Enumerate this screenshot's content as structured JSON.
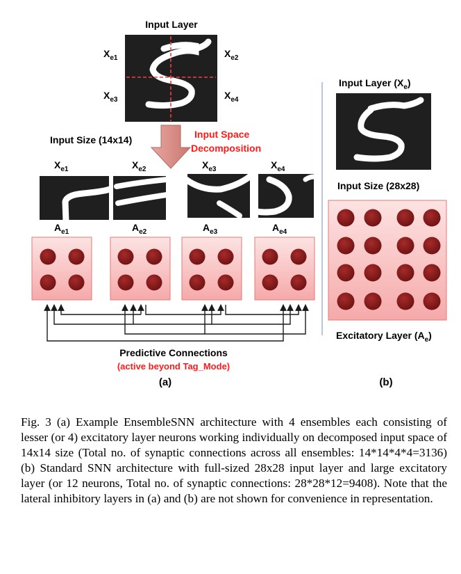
{
  "panel_a": {
    "input_layer_title": "Input Layer",
    "quadrant_labels": [
      {
        "main": "X",
        "sub": "e1"
      },
      {
        "main": "X",
        "sub": "e2"
      },
      {
        "main": "X",
        "sub": "e3"
      },
      {
        "main": "X",
        "sub": "e4"
      }
    ],
    "decomposition_label_line1": "Input Space",
    "decomposition_label_line2": "Decomposition",
    "input_size_label": "Input Size (14x14)",
    "ensembles": [
      {
        "x_main": "X",
        "x_sub": "e1",
        "a_main": "A",
        "a_sub": "e1"
      },
      {
        "x_main": "X",
        "x_sub": "e2",
        "a_main": "A",
        "a_sub": "e2"
      },
      {
        "x_main": "X",
        "x_sub": "e3",
        "a_main": "A",
        "a_sub": "e3"
      },
      {
        "x_main": "X",
        "x_sub": "e4",
        "a_main": "A",
        "a_sub": "e4"
      }
    ],
    "predictive_label": "Predictive Connections",
    "predictive_note": "(active beyond Tag_Mode)",
    "panel_label": "(a)"
  },
  "panel_b": {
    "input_layer_main": "Input Layer (X",
    "input_layer_sub": "e",
    "input_layer_close": ")",
    "input_size_label": "Input Size (28x28)",
    "excitatory_main": "Excitatory Layer (A",
    "excitatory_sub": "e",
    "excitatory_close": ")",
    "panel_label": "(b)"
  },
  "colors": {
    "accent_red": "#ff1a1a",
    "neuron_fill": "#8b1a1a",
    "layer_fill": "#fbd0d0",
    "digit_background": "#1f1f1f",
    "divider": "#9fb3d9"
  },
  "caption": "Fig. 3 (a) Example EnsembleSNN architecture with 4 ensembles each consisting of lesser (or 4) excitatory layer neurons working individually on decomposed input space of 14x14 size (Total no. of synaptic connections across all ensembles: 14*14*4*4=3136) (b) Standard SNN architecture with full-sized 28x28 input layer and large excitatory layer (or 12 neurons, Total no. of synaptic connections: 28*28*12=9408). Note that the lateral inhibitory layers in (a) and (b) are not shown for convenience in representation."
}
